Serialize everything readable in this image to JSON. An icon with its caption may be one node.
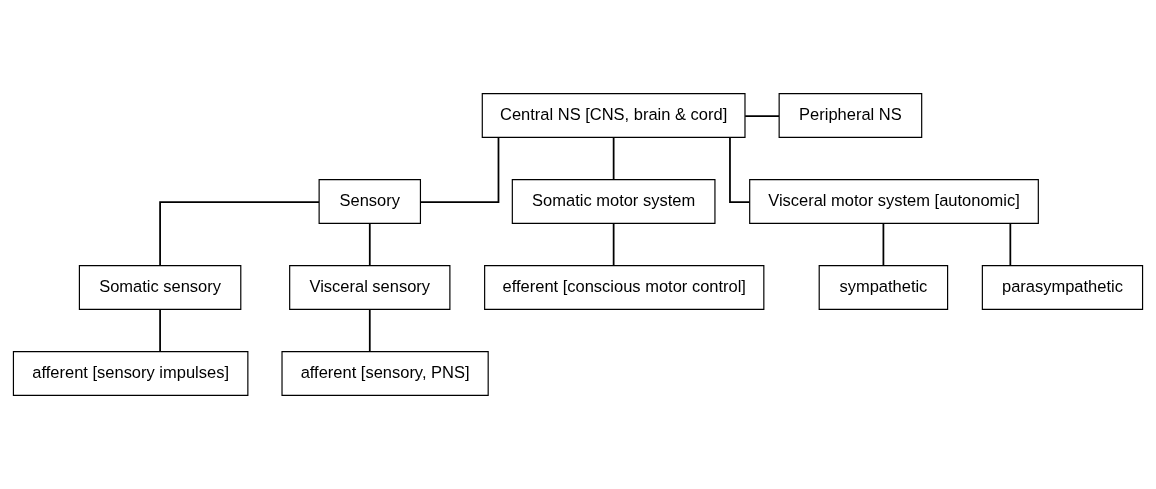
{
  "diagram": {
    "nodes": [
      {
        "text": [
          "Central NS [CNS, brain & cord]"
        ]
      },
      {
        "text": [
          "Peripheral NS"
        ]
      },
      {
        "text": [
          "Sensory"
        ]
      },
      {
        "text": [
          "Somatic motor system"
        ]
      },
      {
        "text": [
          "Visceral motor system [autonomic]"
        ]
      },
      {
        "text": [
          "Somatic sensory"
        ]
      },
      {
        "text": [
          "Visceral sensory"
        ]
      },
      {
        "text": [
          "efferent [conscious motor control]"
        ]
      },
      {
        "text": [
          "sympathetic"
        ]
      },
      {
        "text": [
          "parasympathetic"
        ]
      },
      {
        "text": [
          "afferent [sensory impulses]"
        ]
      },
      {
        "text": [
          "afferent [sensory, PNS]"
        ]
      }
    ],
    "edges": [
      {
        "from": 0,
        "to": 1,
        "arrow": "none"
      },
      {
        "from": 0,
        "to": 2,
        "arrow": "none"
      },
      {
        "from": 0,
        "to": 3,
        "arrow": "none"
      },
      {
        "from": 0,
        "to": 4,
        "arrow": "none"
      },
      {
        "from": 2,
        "to": 5,
        "arrow": "none"
      },
      {
        "from": 2,
        "to": 6,
        "arrow": "none"
      },
      {
        "from": 3,
        "to": 7,
        "arrow": "none"
      },
      {
        "from": 4,
        "to": 8,
        "arrow": "none"
      },
      {
        "from": 4,
        "to": 9,
        "arrow": "none"
      },
      {
        "from": 5,
        "to": 10,
        "arrow": "none"
      },
      {
        "from": 6,
        "to": 11,
        "arrow": "none"
      }
    ]
  }
}
